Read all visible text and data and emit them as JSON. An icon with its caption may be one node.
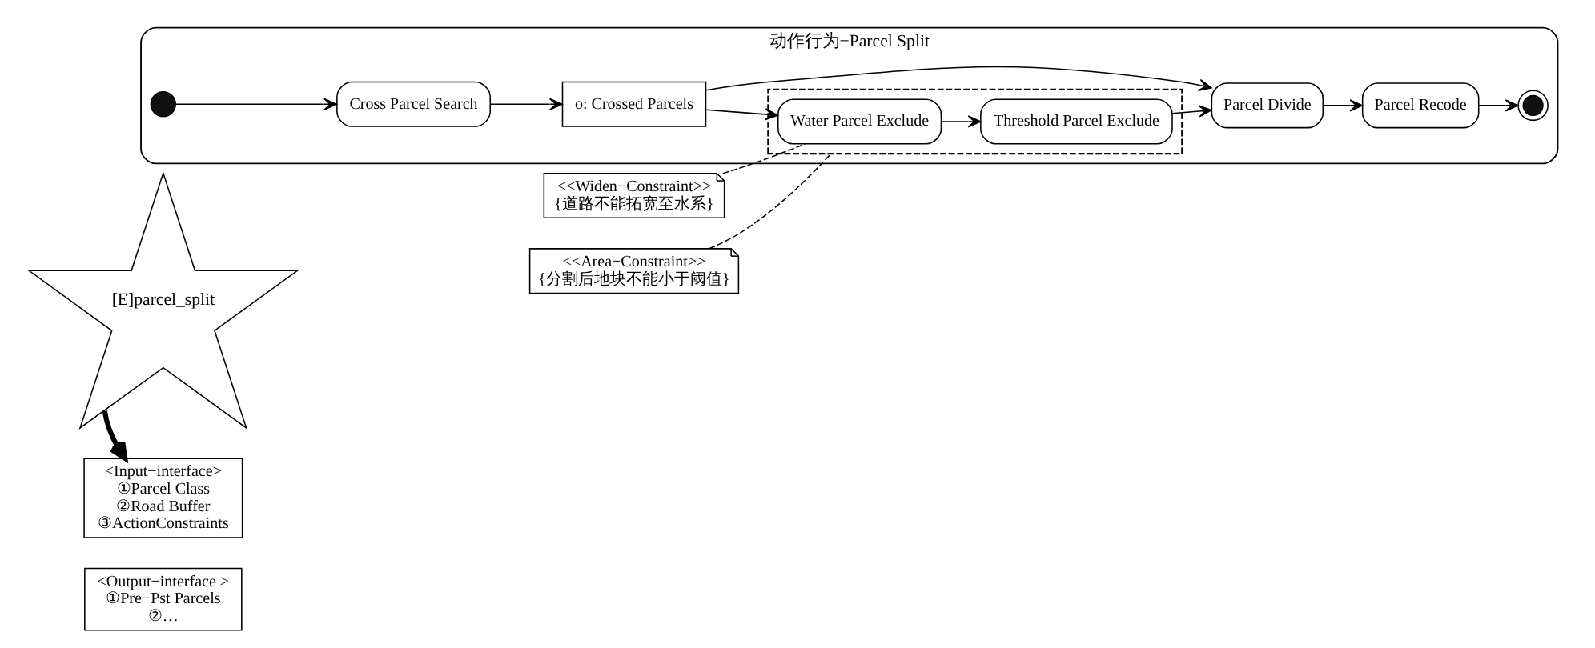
{
  "diagram": {
    "nodes": [
      {
        "text": [
          "[E]parcel_split"
        ]
      },
      {
        "text": [
          "<Input−interface>",
          "①Parcel Class",
          "②Road Buffer",
          "③ActionConstraints"
        ]
      },
      {
        "text": [
          "<Output−interface >",
          "①Pre−Pst Parcels",
          "②…"
        ]
      },
      {
        "text": [
          "动作行为−Parcel Split"
        ]
      },
      {
        "text": [],
        "shape": "circle",
        "in": 3
      },
      {
        "text": [
          "Cross Parcel Search"
        ],
        "in": 3
      },
      {
        "text": [
          "o: Crossed Parcels"
        ],
        "in": 3
      },
      {
        "text": [],
        "shape": "box",
        "in": 3
      },
      {
        "text": [
          "Water Parcel Exclude"
        ],
        "in": 7
      },
      {
        "text": [
          "Threshold Parcel Exclude"
        ],
        "in": 7
      },
      {
        "text": [
          "Parcel Divide"
        ],
        "in": 3
      },
      {
        "text": [
          "Parcel Recode"
        ],
        "in": 3
      },
      {
        "text": [],
        "shape": "circle",
        "in": 3
      },
      {
        "text": [
          "<<Widen−Constraint>>",
          "{道路不能拓宽至水系}"
        ]
      },
      {
        "text": [
          "<<Area−Constraint>>",
          "{分割后地块不能小于阈值}"
        ]
      }
    ],
    "edges": [
      {
        "from": 0,
        "to": 1,
        "arrow": "to",
        "style": "thick"
      },
      {
        "from": 4,
        "to": 5,
        "arrow": "to"
      },
      {
        "from": 5,
        "to": 6,
        "arrow": "to"
      },
      {
        "from": 6,
        "to": 8,
        "arrow": "to"
      },
      {
        "from": 6,
        "to": 10,
        "arrow": "to"
      },
      {
        "from": 8,
        "to": 9,
        "arrow": "to"
      },
      {
        "from": 9,
        "to": 10,
        "arrow": "to"
      },
      {
        "from": 10,
        "to": 11,
        "arrow": "to"
      },
      {
        "from": 11,
        "to": 12,
        "arrow": "to"
      },
      {
        "from": 13,
        "to": 8,
        "arrow": "none",
        "style": "dashed"
      },
      {
        "from": 14,
        "to": 7,
        "arrow": "none",
        "style": "dashed"
      }
    ]
  }
}
